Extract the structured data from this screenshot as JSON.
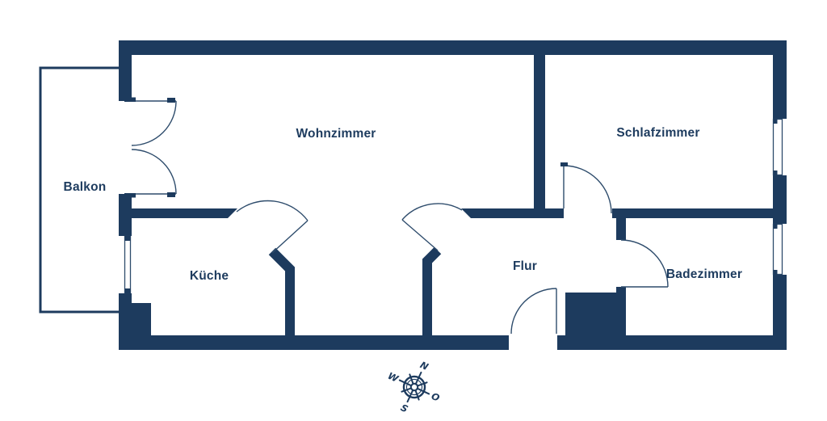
{
  "rooms": {
    "wohnzimmer": {
      "label": "Wohnzimmer"
    },
    "schlafzimmer": {
      "label": "Schlafzimmer"
    },
    "balkon": {
      "label": "Balkon"
    },
    "kueche": {
      "label": "Küche"
    },
    "flur": {
      "label": "Flur"
    },
    "badezimmer": {
      "label": "Badezimmer"
    }
  },
  "compass": {
    "north": "N",
    "east": "O",
    "south": "S",
    "west": "W"
  },
  "colors": {
    "wall": "#1d3b5e",
    "line": "#2e4c6c",
    "background": "#ffffff"
  }
}
